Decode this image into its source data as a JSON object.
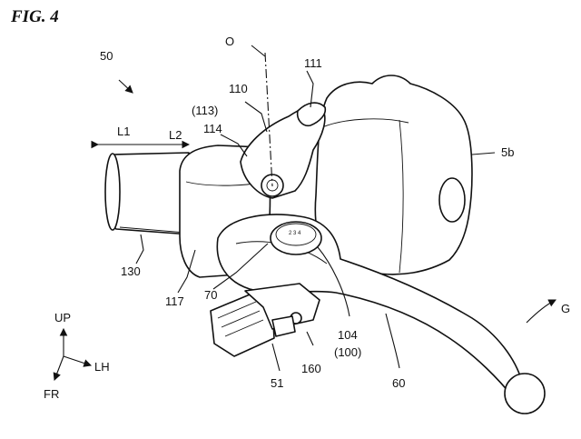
{
  "figure": {
    "title": "FIG. 4"
  },
  "labels": {
    "l50": "50",
    "lO": "O",
    "l111": "111",
    "l110": "110",
    "l113": "(113)",
    "l114": "114",
    "lL1": "L1",
    "lL2": "L2",
    "l5b": "5b",
    "l130": "130",
    "l117": "117",
    "l70": "70",
    "l104": "104",
    "l100": "(100)",
    "l51": "51",
    "l160": "160",
    "l60": "60",
    "lG": "G"
  },
  "axes": {
    "up": "UP",
    "lh": "LH",
    "fr": "FR"
  }
}
